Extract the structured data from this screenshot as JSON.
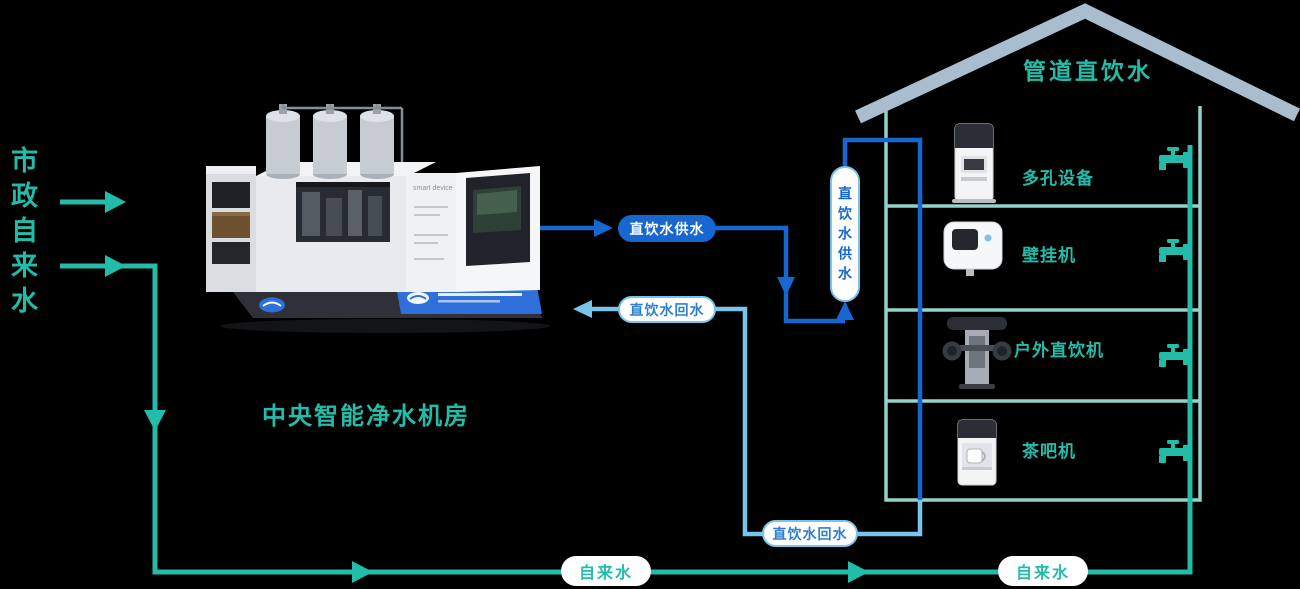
{
  "colors": {
    "bg": "#000000",
    "teal": "#23BCA9",
    "teal_light": "#93D2C8",
    "supply": "#1767D2",
    "return": "#79C3EC",
    "return_text": "#2E7FD0",
    "roof": "#A8BECE",
    "pill_bg": "#FFFFFF"
  },
  "source": {
    "label": "市政自来水"
  },
  "plant": {
    "label": "中央智能净水机房",
    "panel_text": "smart device"
  },
  "flows": {
    "supply_label": "直饮水供水",
    "supply_vertical_label": "直饮水供水",
    "return_label": "直饮水回水",
    "return_bottom_label": "直饮水回水",
    "tap_label_1": "自来水",
    "tap_label_2": "自来水"
  },
  "building": {
    "title": "管道直饮水",
    "floors": [
      {
        "device": "多孔设备"
      },
      {
        "device": "壁挂机"
      },
      {
        "device": "户外直饮机"
      },
      {
        "device": "茶吧机"
      }
    ]
  }
}
